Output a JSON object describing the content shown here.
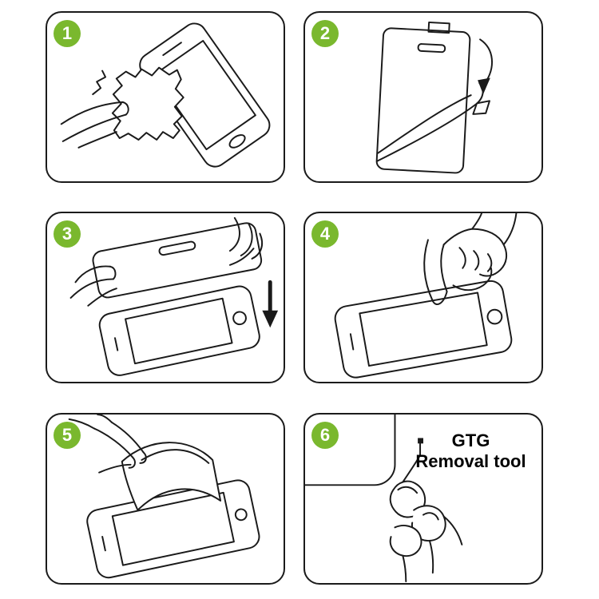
{
  "badge_color": "#7ab82e",
  "steps": [
    {
      "number": "1",
      "illustration": "wipe-screen-with-cloth"
    },
    {
      "number": "2",
      "illustration": "peel-protective-film"
    },
    {
      "number": "3",
      "illustration": "align-glass-over-phone"
    },
    {
      "number": "4",
      "illustration": "press-screen-center"
    },
    {
      "number": "5",
      "illustration": "smooth-with-card"
    },
    {
      "number": "6",
      "illustration": "corner-removal-tool"
    }
  ],
  "removal_tool_label": {
    "line1": "GTG",
    "line2": "Removal tool"
  }
}
